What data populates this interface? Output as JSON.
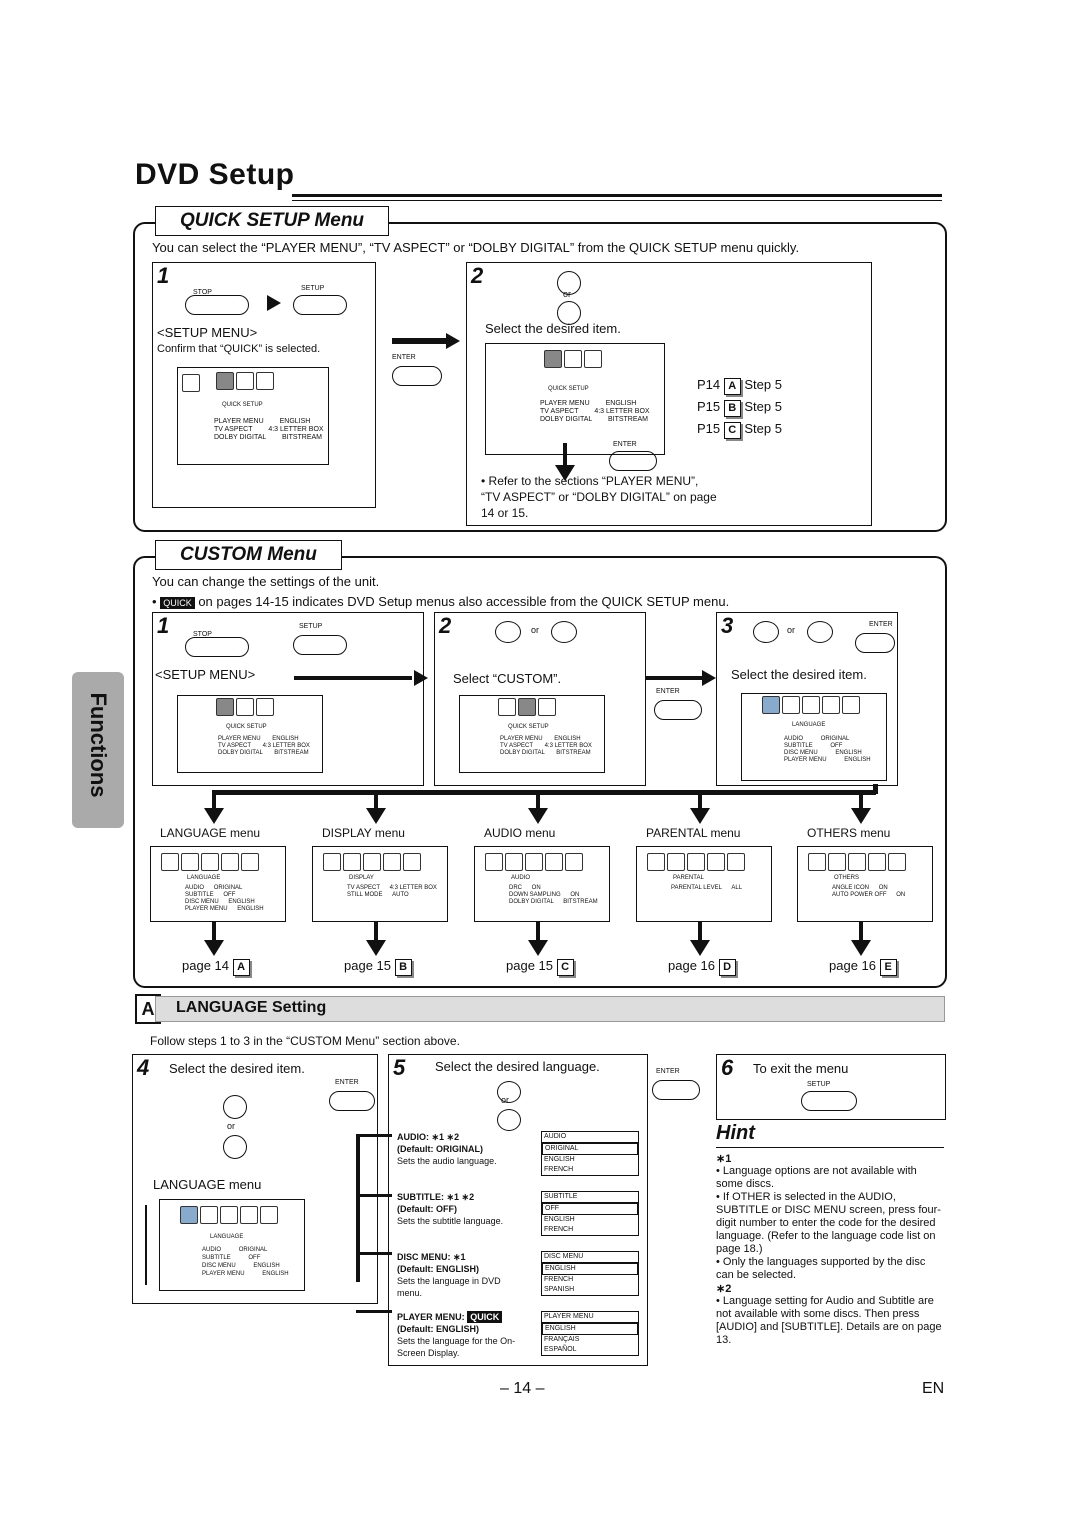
{
  "page_title": "DVD Setup",
  "side_tab": "Functions",
  "quick_setup": {
    "title": "QUICK SETUP Menu",
    "intro": "You can select the “PLAYER MENU”, “TV ASPECT” or “DOLBY DIGITAL” from the QUICK SETUP menu quickly.",
    "step1": {
      "num": "1",
      "stop": "STOP",
      "setup": "SETUP",
      "menu_label": "<SETUP MENU>",
      "confirm": "Confirm that “QUICK” is selected.",
      "enter": "ENTER"
    },
    "step2": {
      "num": "2",
      "or": "or",
      "select": "Select the desired item.",
      "enter": "ENTER"
    },
    "screen": {
      "header": "QUICK SETUP",
      "rows": [
        [
          "PLAYER MENU",
          "ENGLISH"
        ],
        [
          "TV ASPECT",
          "4:3 LETTER BOX"
        ],
        [
          "DOLBY DIGITAL",
          "BITSTREAM"
        ]
      ]
    },
    "refs": [
      {
        "page": "P14",
        "letter": "A",
        "step": "Step 5"
      },
      {
        "page": "P15",
        "letter": "B",
        "step": "Step 5"
      },
      {
        "page": "P15",
        "letter": "C",
        "step": "Step 5"
      }
    ],
    "note": "• Refer to the sections “PLAYER MENU”, “TV ASPECT” or “DOLBY DIGITAL” on page 14 or 15."
  },
  "custom": {
    "title": "CUSTOM Menu",
    "intro": "You can change the settings of the unit.",
    "quick_badge": "QUICK",
    "note": "on pages 14-15 indicates DVD Setup menus also accessible from the QUICK SETUP menu.",
    "step1": {
      "num": "1",
      "stop": "STOP",
      "setup": "SETUP",
      "menu_label": "<SETUP MENU>"
    },
    "step2": {
      "num": "2",
      "or": "or",
      "select": "Select “CUSTOM”.",
      "enter": "ENTER"
    },
    "step3": {
      "num": "3",
      "or": "or",
      "enter": "ENTER",
      "select": "Select the desired item."
    },
    "lang_screen": {
      "header": "LANGUAGE",
      "rows": [
        [
          "AUDIO",
          "ORIGINAL"
        ],
        [
          "SUBTITLE",
          "OFF"
        ],
        [
          "DISC MENU",
          "ENGLISH"
        ],
        [
          "PLAYER MENU",
          "ENGLISH"
        ]
      ]
    },
    "menus": [
      {
        "name": "LANGUAGE menu",
        "header": "LANGUAGE",
        "page": "page 14",
        "letter": "A",
        "rows": [
          [
            "AUDIO",
            "ORIGINAL"
          ],
          [
            "SUBTITLE",
            "OFF"
          ],
          [
            "DISC MENU",
            "ENGLISH"
          ],
          [
            "PLAYER MENU",
            "ENGLISH"
          ]
        ]
      },
      {
        "name": "DISPLAY menu",
        "header": "DISPLAY",
        "page": "page 15",
        "letter": "B",
        "rows": [
          [
            "TV ASPECT",
            "4:3 LETTER BOX"
          ],
          [
            "STILL MODE",
            "AUTO"
          ]
        ]
      },
      {
        "name": "AUDIO menu",
        "header": "AUDIO",
        "page": "page 15",
        "letter": "C",
        "rows": [
          [
            "DRC",
            "ON"
          ],
          [
            "DOWN SAMPLING",
            "ON"
          ],
          [
            "DOLBY DIGITAL",
            "BITSTREAM"
          ]
        ]
      },
      {
        "name": "PARENTAL menu",
        "header": "PARENTAL",
        "page": "page 16",
        "letter": "D",
        "rows": [
          [
            "PARENTAL LEVEL",
            "ALL"
          ]
        ]
      },
      {
        "name": "OTHERS menu",
        "header": "OTHERS",
        "page": "page 16",
        "letter": "E",
        "rows": [
          [
            "ANGLE ICON",
            "ON"
          ],
          [
            "AUTO POWER OFF",
            "ON"
          ]
        ]
      }
    ]
  },
  "language_setting": {
    "letter": "A",
    "title": "LANGUAGE Setting",
    "intro": "Follow steps 1 to 3 in the “CUSTOM Menu” section above.",
    "step4": {
      "num": "4",
      "select": "Select the desired item.",
      "enter": "ENTER",
      "or": "or",
      "menu": "LANGUAGE menu"
    },
    "step5": {
      "num": "5",
      "select": "Select the desired language.",
      "or": "or",
      "enter": "ENTER",
      "items": [
        {
          "title": "AUDIO: ∗1 ∗2",
          "default": "(Default: ORIGINAL)",
          "desc": "Sets the audio language.",
          "options": [
            "AUDIO",
            "ORIGINAL",
            "ENGLISH",
            "FRENCH"
          ]
        },
        {
          "title": "SUBTITLE: ∗1 ∗2",
          "default": "(Default: OFF)",
          "desc": "Sets the subtitle language.",
          "options": [
            "SUBTITLE",
            "OFF",
            "ENGLISH",
            "FRENCH"
          ]
        },
        {
          "title": "DISC MENU: ∗1",
          "default": "(Default: ENGLISH)",
          "desc": "Sets the language in DVD menu.",
          "options": [
            "DISC MENU",
            "ENGLISH",
            "FRENCH",
            "SPANISH"
          ]
        },
        {
          "title": "PLAYER MENU:",
          "badge": "QUICK",
          "default": "(Default: ENGLISH)",
          "desc": "Sets the language for the On-Screen Display.",
          "options": [
            "PLAYER MENU",
            "ENGLISH",
            "FRANÇAIS",
            "ESPAÑOL"
          ]
        }
      ]
    },
    "step6": {
      "num": "6",
      "label": "To exit the menu",
      "setup": "SETUP"
    },
    "hint": {
      "title": "Hint",
      "n1": "∗1",
      "bullets1": [
        "• Language options are not available with some discs.",
        "• If OTHER is selected in the AUDIO, SUBTITLE or DISC MENU screen, press four-digit number to enter the code for the desired language. (Refer to the language code list on page 18.)",
        "• Only the languages supported by the disc can be selected."
      ],
      "n2": "∗2",
      "bullets2": "• Language setting for Audio and Subtitle are not available with some discs. Then press [AUDIO] and [SUBTITLE]. Details are on page 13."
    }
  },
  "footer": {
    "page": "– 14 –",
    "lang": "EN"
  }
}
